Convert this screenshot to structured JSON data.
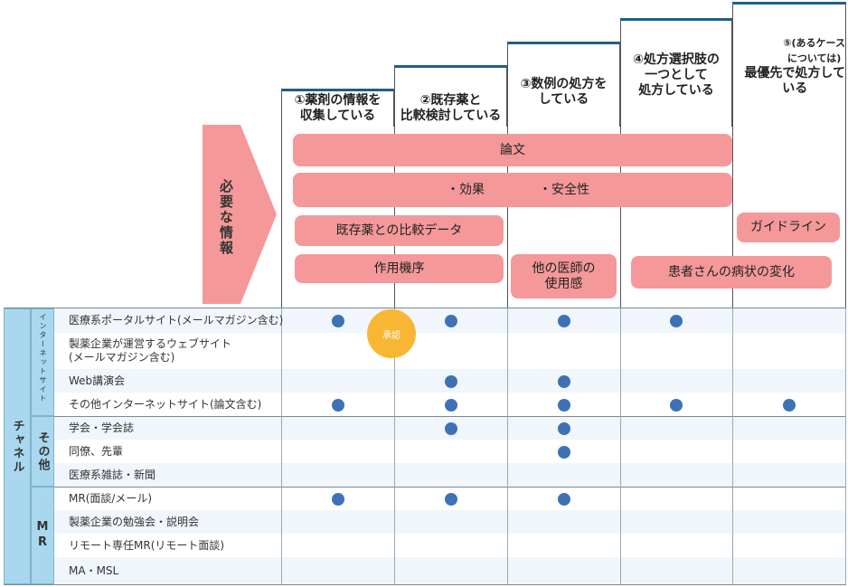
{
  "stages": [
    {
      "id": "s1",
      "label": "①薬剤の情報を\n収集している"
    },
    {
      "id": "s2",
      "label": "②既存薬と\n比較検討している"
    },
    {
      "id": "s3",
      "label": "③数例の処方を\nしている"
    },
    {
      "id": "s4",
      "label": "④処方選択肢の\n一つとして\n処方している"
    },
    {
      "id": "s5_top",
      "label": "⑤(あるケース\nについては)"
    },
    {
      "id": "s5_main",
      "label": "最優先で処方して\nいる"
    }
  ],
  "needed_info": {
    "label": "必要な情報",
    "bars": {
      "ronbun": "論文",
      "koka": "・効果",
      "anzen": "・安全性",
      "hikaku": "既存薬との比較データ",
      "sayo": "作用機序",
      "ishi": "他の医師の\n使用感",
      "guide": "ガイドライン",
      "kanja": "患者さんの病状の変化"
    }
  },
  "channel": {
    "label": "チャネル",
    "groups": {
      "internet": "インターネットサイト",
      "other": "その他",
      "mr": "MR"
    },
    "rows": [
      "医療系ポータルサイト(メールマガジン含む)",
      "製薬企業が運営するウェブサイト\n(メールマガジン含む)",
      "Web講演会",
      "その他インターネットサイト(論文含む)",
      "学会・学会誌",
      "同僚、先輩",
      "医療系雑誌・新聞",
      "MR(面談/メール)",
      "製薬企業の勉強会・説明会",
      "リモート専任MR(リモート面談)",
      "MA・MSL"
    ],
    "approval_badge": "承認"
  }
}
